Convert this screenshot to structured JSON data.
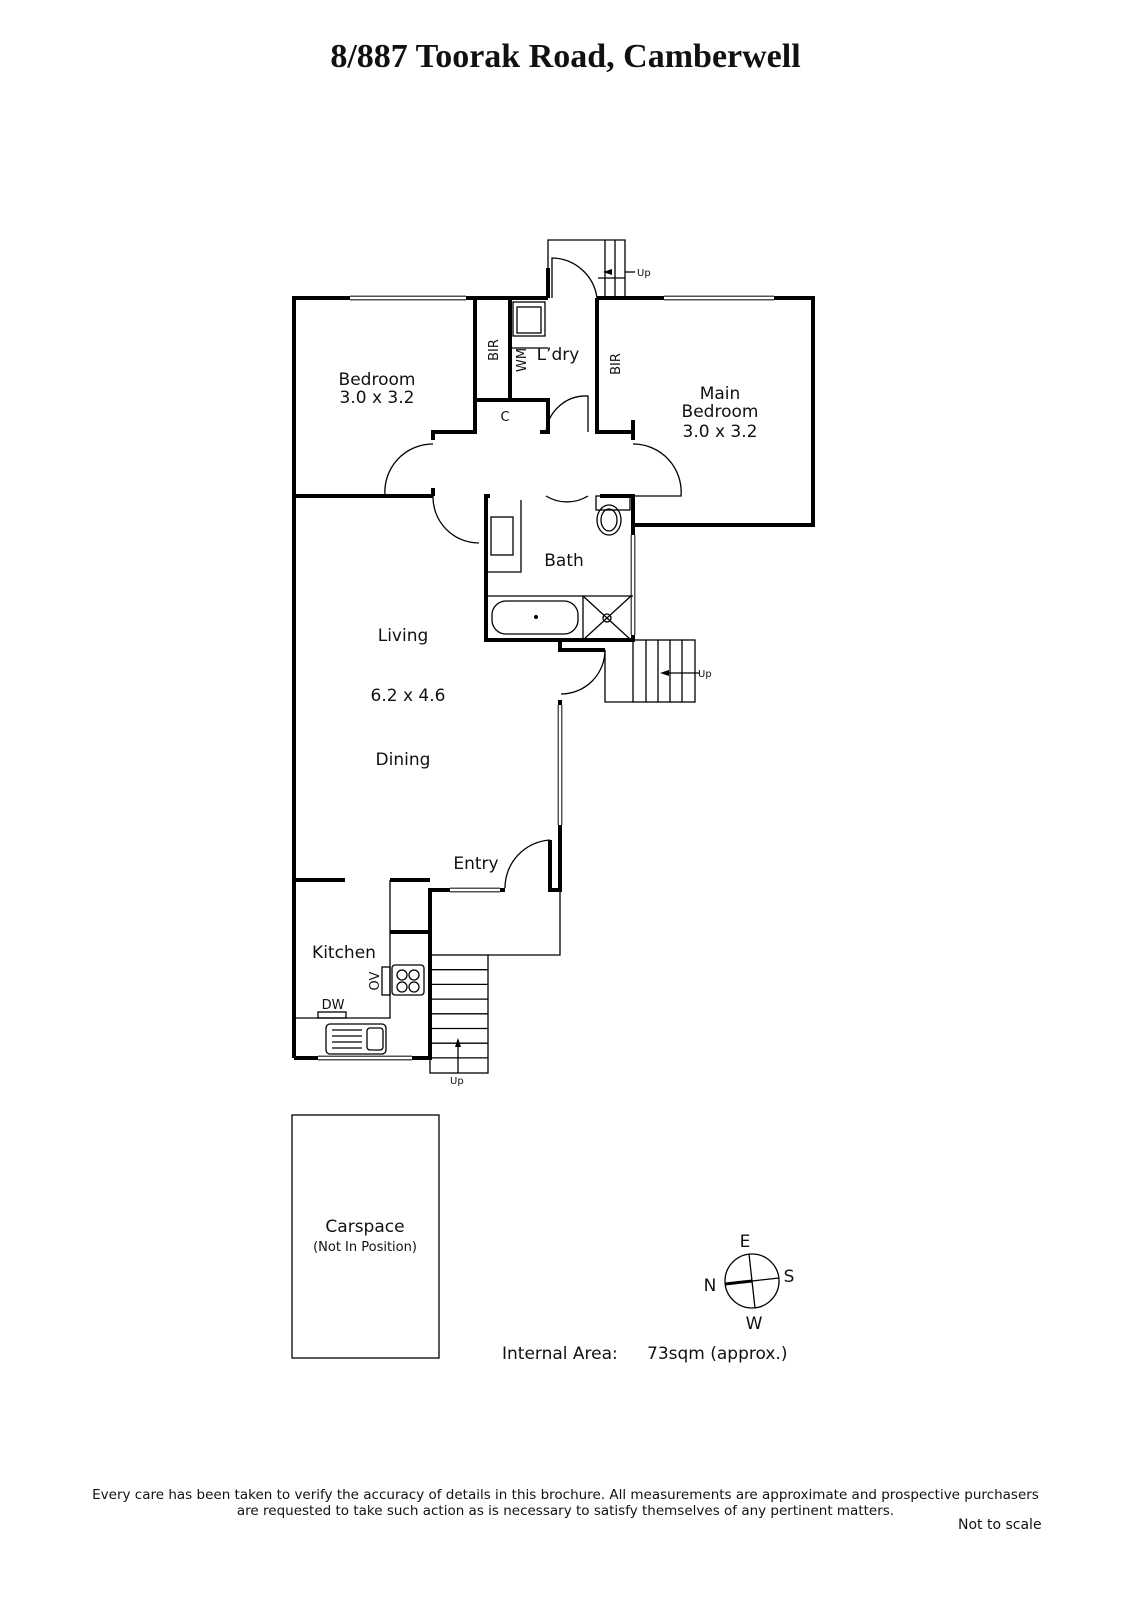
{
  "title": "8/887 Toorak Road, Camberwell",
  "rooms": {
    "bedroom": {
      "name": "Bedroom",
      "size": "3.0 x 3.2"
    },
    "main_bedroom": {
      "name1": "Main",
      "name2": "Bedroom",
      "size": "3.0 x 3.2"
    },
    "bir": "BIR",
    "wm": "WM",
    "laundry": "L’dry",
    "cupboard": "C",
    "bath": "Bath",
    "living": "Living",
    "living_size": "6.2 x 4.6",
    "dining": "Dining",
    "entry": "Entry",
    "kitchen": "Kitchen",
    "ov": "OV",
    "dw": "DW",
    "carspace": "Carspace",
    "carspace_note": "(Not In Position)"
  },
  "stairs_label": "Up",
  "compass": {
    "e": "E",
    "s": "S",
    "w": "W",
    "n": "N"
  },
  "area": {
    "label": "Internal Area:",
    "value": "73sqm (approx.)"
  },
  "disclaimer": {
    "line1": "Every care has been taken to verify the accuracy of details in this brochure.  All measurements are approximate and prospective purchasers",
    "line2": "are requested to take such action as is necessary to satisfy themselves of any pertinent matters."
  },
  "not_to_scale": "Not to scale"
}
